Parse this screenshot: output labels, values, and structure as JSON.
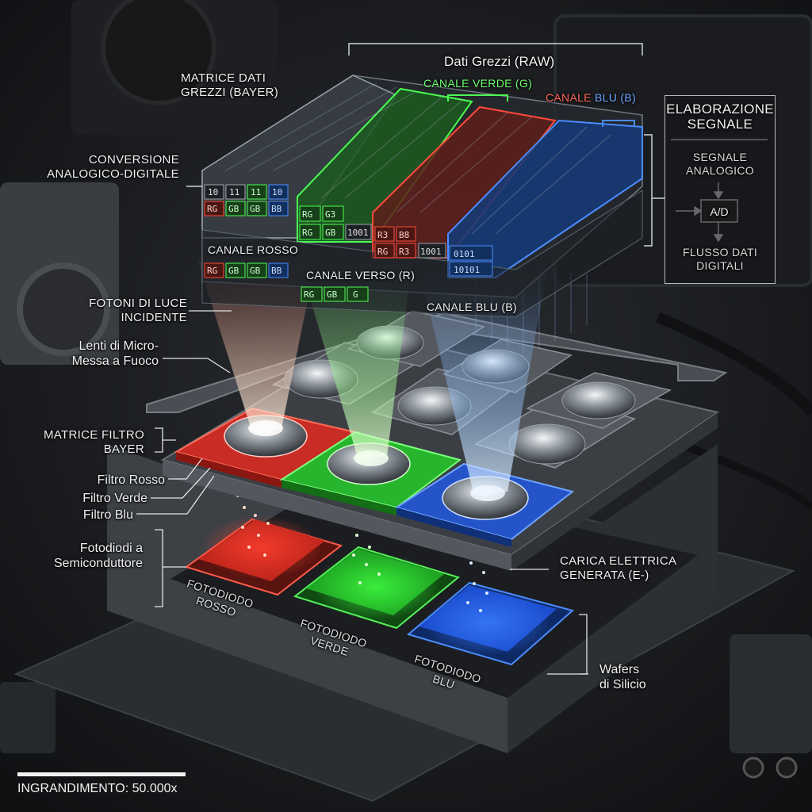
{
  "raw": {
    "title": "Dati Grezzi (RAW)",
    "matrix_label": "MATRICE DATI\nGREZZI (Bayer)",
    "green_channel": "CANALE VERDE (G)",
    "blue_channel_top_prefix": "CANALE ",
    "blue_channel_top_suffix": "BLU (B)",
    "red_channel": "CANALE ROSSO",
    "verso_channel": "CANALE VERSO (R)",
    "blue_channel_lower": "CANALE BLU (B)",
    "cells": [
      "10",
      "11",
      "11",
      "10",
      "RG",
      "GB",
      "GB",
      "BB",
      "RG",
      "G3",
      "RG",
      "GB",
      "1001",
      "R3",
      "B8",
      "RG",
      "R3",
      "1001",
      "0101",
      "10101",
      "RG",
      "GB",
      "GB",
      "BB",
      "RG",
      "GB",
      "G"
    ]
  },
  "conversion_label": "CONVERSIONE\nANALOGICO-DIGITALE",
  "processing": {
    "title": "ELABORAZIONE\nSEGNALE",
    "analog": "SEGNALE\nANALOGICO",
    "ad": "A/D",
    "digital": "FLUSSO DATI\nDIGITALI"
  },
  "left_labels": {
    "photons": "FOTONI DI LUCE\nINCIDENTE",
    "lenses": "Lenti di Micro-\nMessa a Fuoco",
    "bayer": "MATRICE FILTRO\nBAYER",
    "red_filter": "Filtro Rosso",
    "green_filter": "Filtro Verde",
    "blue_filter": "Filtro Blu",
    "photodiodes": "Fotodiodi a\nSemiconduttore"
  },
  "right_labels": {
    "charge": "CARICA ELETTRICA\nGENERATA (e-)",
    "wafers": "Wafers\ndi Silicio"
  },
  "photodiodes": {
    "red": "FOTODIODO\nROSSO",
    "green": "FOTODIODO\nVERDE",
    "blue": "FOTODIODO\nBLU"
  },
  "magnification": "INGRANDIMENTO: 50.000x",
  "colors": {
    "red": "#e8322c",
    "green": "#35d43a",
    "blue": "#2f6cf0",
    "white": "#f0f0f0"
  }
}
